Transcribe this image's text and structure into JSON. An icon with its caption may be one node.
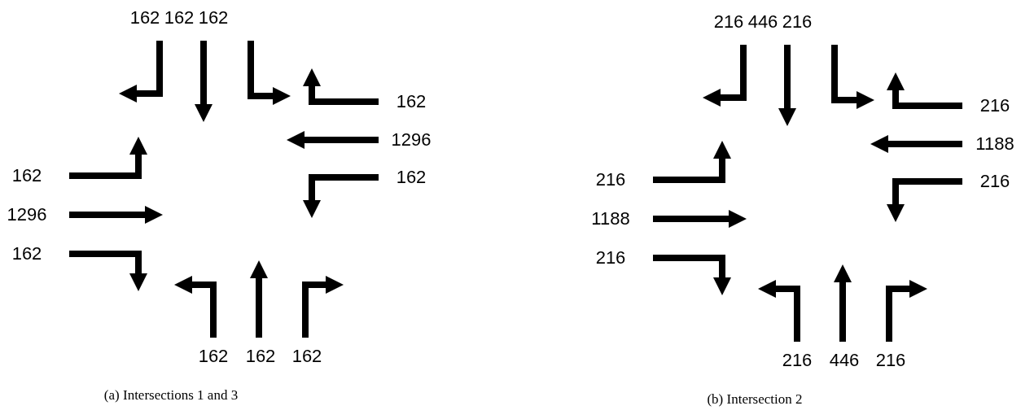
{
  "diagram": {
    "labels": [
      "162",
      "162",
      "162",
      "162",
      "1296",
      "162",
      "162",
      "1296",
      "162",
      "162",
      "162",
      "162",
      "(a) Intersections 1 and 3",
      "216",
      "446",
      "216",
      "216",
      "1188",
      "216",
      "216",
      "1188",
      "216",
      "216",
      "446",
      "216",
      "(b) Intersection 2"
    ]
  }
}
